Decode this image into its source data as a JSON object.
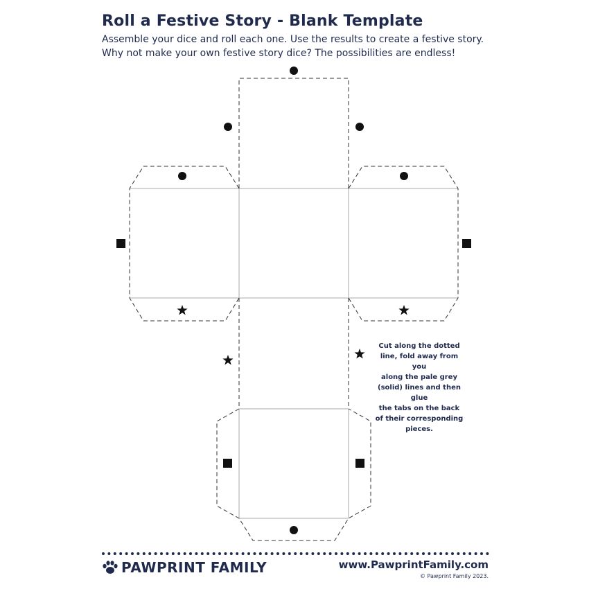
{
  "header": {
    "title": "Roll a Festive Story - Blank Template",
    "intro_line_1": "Assemble your dice and roll each one. Use the results to create a festive story.",
    "intro_line_2": "Why not make your own festive story dice? The possibilities are endless!"
  },
  "instructions": {
    "lines": [
      "Cut along the dotted",
      "line, fold away from you",
      "along the pale grey",
      "(solid) lines and then glue",
      "the tabs on the back",
      "of their corresponding",
      "pieces."
    ]
  },
  "footer": {
    "brand": "PAWPRINT FAMILY",
    "website": "www.PawprintFamily.com",
    "copyright": "© Pawprint Family 2023."
  },
  "colors": {
    "ink": "#1f2a4d",
    "mark": "#111111",
    "fold_line": "#aaaaaa",
    "cut_line": "#333333"
  },
  "icons": [
    "circle-marker-icon",
    "square-marker-icon",
    "star-marker-icon",
    "paw-icon"
  ]
}
